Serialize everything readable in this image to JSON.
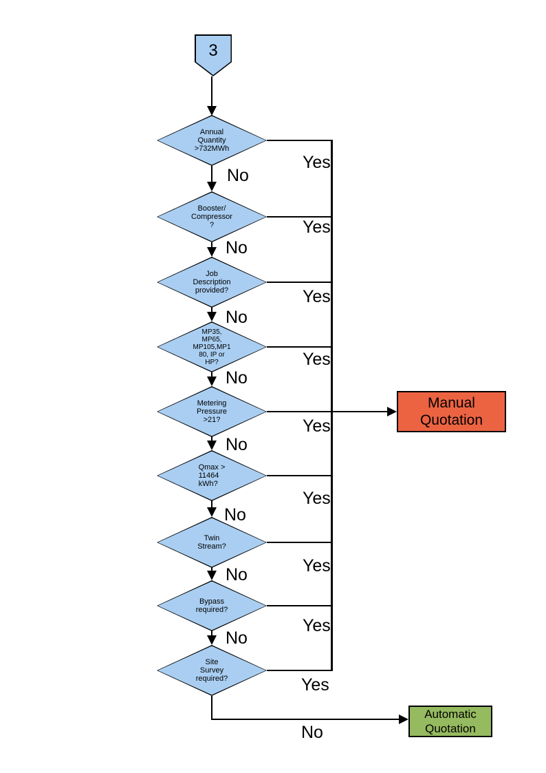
{
  "colors": {
    "node_fill": "#A9CEF2",
    "node_border": "#000000",
    "line": "#000000",
    "manual_fill": "#EC6342",
    "automatic_fill": "#96BA5F",
    "background": "#FFFFFF"
  },
  "start_connector": {
    "label": "3"
  },
  "decisions": [
    {
      "text": "Annual\nQuantity\n>732MWh",
      "yes_label": "Yes",
      "no_label": "No"
    },
    {
      "text": "Booster/\nCompressor\n?",
      "yes_label": "Yes",
      "no_label": "No"
    },
    {
      "text": "Job\nDescription\nprovided?",
      "yes_label": "Yes",
      "no_label": "No"
    },
    {
      "text": "MP35,\nMP65,\nMP105,MP1\n80, IP or\nHP?",
      "yes_label": "Yes",
      "no_label": "No"
    },
    {
      "text": "Metering\nPressure\n>21?",
      "yes_label": "Yes",
      "no_label": "No"
    },
    {
      "text": "Qmax >\n11464\nkWh?",
      "yes_label": "Yes",
      "no_label": "No"
    },
    {
      "text": "Twin\nStream?",
      "yes_label": "Yes",
      "no_label": "No"
    },
    {
      "text": "Bypass\nrequired?",
      "yes_label": "Yes",
      "no_label": "No"
    },
    {
      "text": "Site\nSurvey\nrequired?",
      "yes_label": "Yes",
      "no_label": "No"
    }
  ],
  "outcomes": {
    "manual": {
      "label": "Manual\nQuotation"
    },
    "automatic": {
      "label": "Automatic\nQuotation"
    }
  }
}
